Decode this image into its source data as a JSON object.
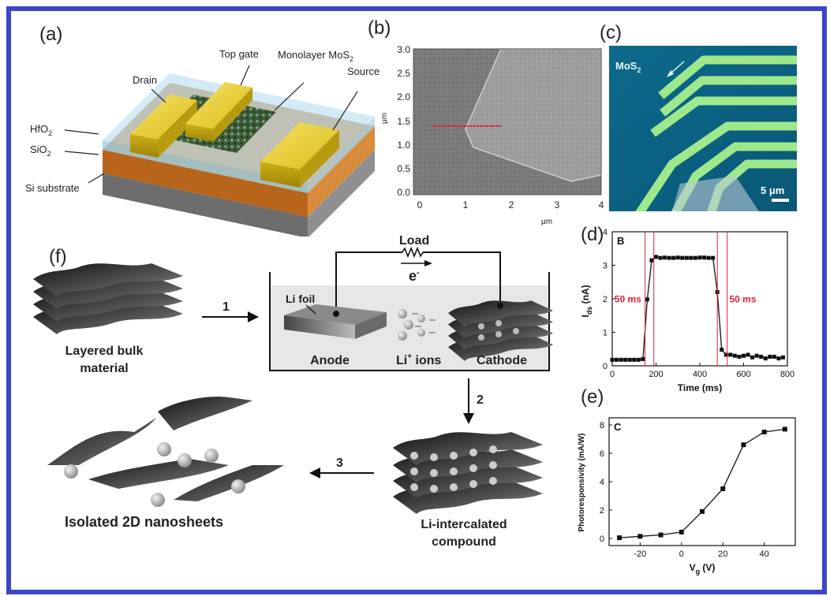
{
  "panels": {
    "a": "(a)",
    "b": "(b)",
    "c": "(c)",
    "d": "(d)",
    "e": "(e)",
    "f": "(f)"
  },
  "device": {
    "top_gate": "Top gate",
    "monolayer": "Monolayer MoS",
    "monolayer_sub": "2",
    "drain": "Drain",
    "source": "Source",
    "hfo2": "HfO",
    "hfo2_sub": "2",
    "sio2": "SiO",
    "sio2_sub": "2",
    "si_substrate": "Si substrate"
  },
  "afm": {
    "y_ticks": [
      "3.0",
      "2.5",
      "2.0",
      "1.5",
      "1.0",
      "0.5",
      "0.0"
    ],
    "x_ticks": [
      "0",
      "1",
      "2",
      "3",
      "4"
    ],
    "y_unit": "μm",
    "x_unit": "μm"
  },
  "optical": {
    "label": "MoS",
    "label_sub": "2",
    "scale": "5 μm"
  },
  "process": {
    "load": "Load",
    "electron": "e",
    "electron_sup": "-",
    "li_foil": "Li foil",
    "anode": "Anode",
    "li_ions": "Li",
    "li_ions_sup": "+",
    "li_ions_rest": " ions",
    "cathode": "Cathode",
    "step1": "1",
    "step2": "2",
    "step3": "3",
    "bulk_line1": "Layered bulk",
    "bulk_line2": "material",
    "intercalated_line1": "Li-intercalated",
    "intercalated_line2": "compound",
    "isolated": "Isolated 2D nanosheets"
  },
  "chart_data": [
    {
      "type": "line",
      "panel_tag": "B",
      "xlabel": "Time (ms)",
      "ylabel": "I",
      "ylabel_sub": "ds",
      "ylabel_rest": " (nA)",
      "xlim": [
        0,
        800
      ],
      "ylim": [
        0,
        4
      ],
      "x_ticks": [
        0,
        200,
        400,
        600,
        800
      ],
      "y_ticks": [
        0,
        1,
        2,
        3,
        4
      ],
      "annotations": [
        "50 ms",
        "50 ms"
      ],
      "colors": {
        "line": "#111111",
        "annotation": "#e0203a"
      },
      "series": [
        {
          "x": [
            0,
            20,
            40,
            60,
            80,
            100,
            120,
            140,
            160,
            180,
            200,
            220,
            240,
            260,
            280,
            300,
            320,
            340,
            360,
            380,
            400,
            420,
            440,
            460,
            480,
            500,
            520,
            540,
            560,
            580,
            600,
            620,
            640,
            660,
            680,
            700,
            720,
            740,
            760,
            780
          ],
          "y": [
            0.18,
            0.18,
            0.18,
            0.18,
            0.18,
            0.18,
            0.18,
            0.2,
            1.98,
            3.15,
            3.25,
            3.22,
            3.23,
            3.22,
            3.22,
            3.23,
            3.22,
            3.22,
            3.22,
            3.22,
            3.23,
            3.23,
            3.22,
            3.22,
            2.2,
            0.48,
            0.33,
            0.33,
            0.3,
            0.27,
            0.3,
            0.33,
            0.25,
            0.3,
            0.27,
            0.22,
            0.27,
            0.27,
            0.22,
            0.25
          ]
        }
      ]
    },
    {
      "type": "line",
      "panel_tag": "C",
      "xlabel": "V",
      "xlabel_sub": "g",
      "xlabel_rest": " (V)",
      "ylabel": "Photoresponsivity (mA/W)",
      "xlim": [
        -35,
        55
      ],
      "ylim": [
        -0.5,
        8.5
      ],
      "x_ticks": [
        -20,
        0,
        20,
        40
      ],
      "y_ticks": [
        0,
        2,
        4,
        6,
        8
      ],
      "colors": {
        "line": "#111111"
      },
      "series": [
        {
          "x": [
            -30,
            -20,
            -10,
            0,
            10,
            20,
            30,
            40,
            50
          ],
          "y": [
            0.05,
            0.15,
            0.25,
            0.45,
            1.9,
            3.5,
            6.6,
            7.5,
            7.7
          ]
        }
      ]
    }
  ]
}
